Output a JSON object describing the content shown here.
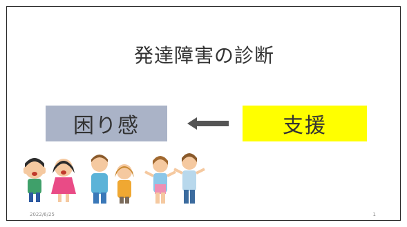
{
  "slide": {
    "title": "発達障害の診断",
    "left_box_label": "困り感",
    "right_box_label": "支援",
    "footer_date": "2022/6/25",
    "page_number": "1"
  },
  "colors": {
    "left_box_bg": "#aab3c7",
    "right_box_bg": "#ffff00",
    "arrow": "#555555"
  },
  "illustration": {
    "icon": "group-of-distressed-children-and-parents-illustration"
  }
}
